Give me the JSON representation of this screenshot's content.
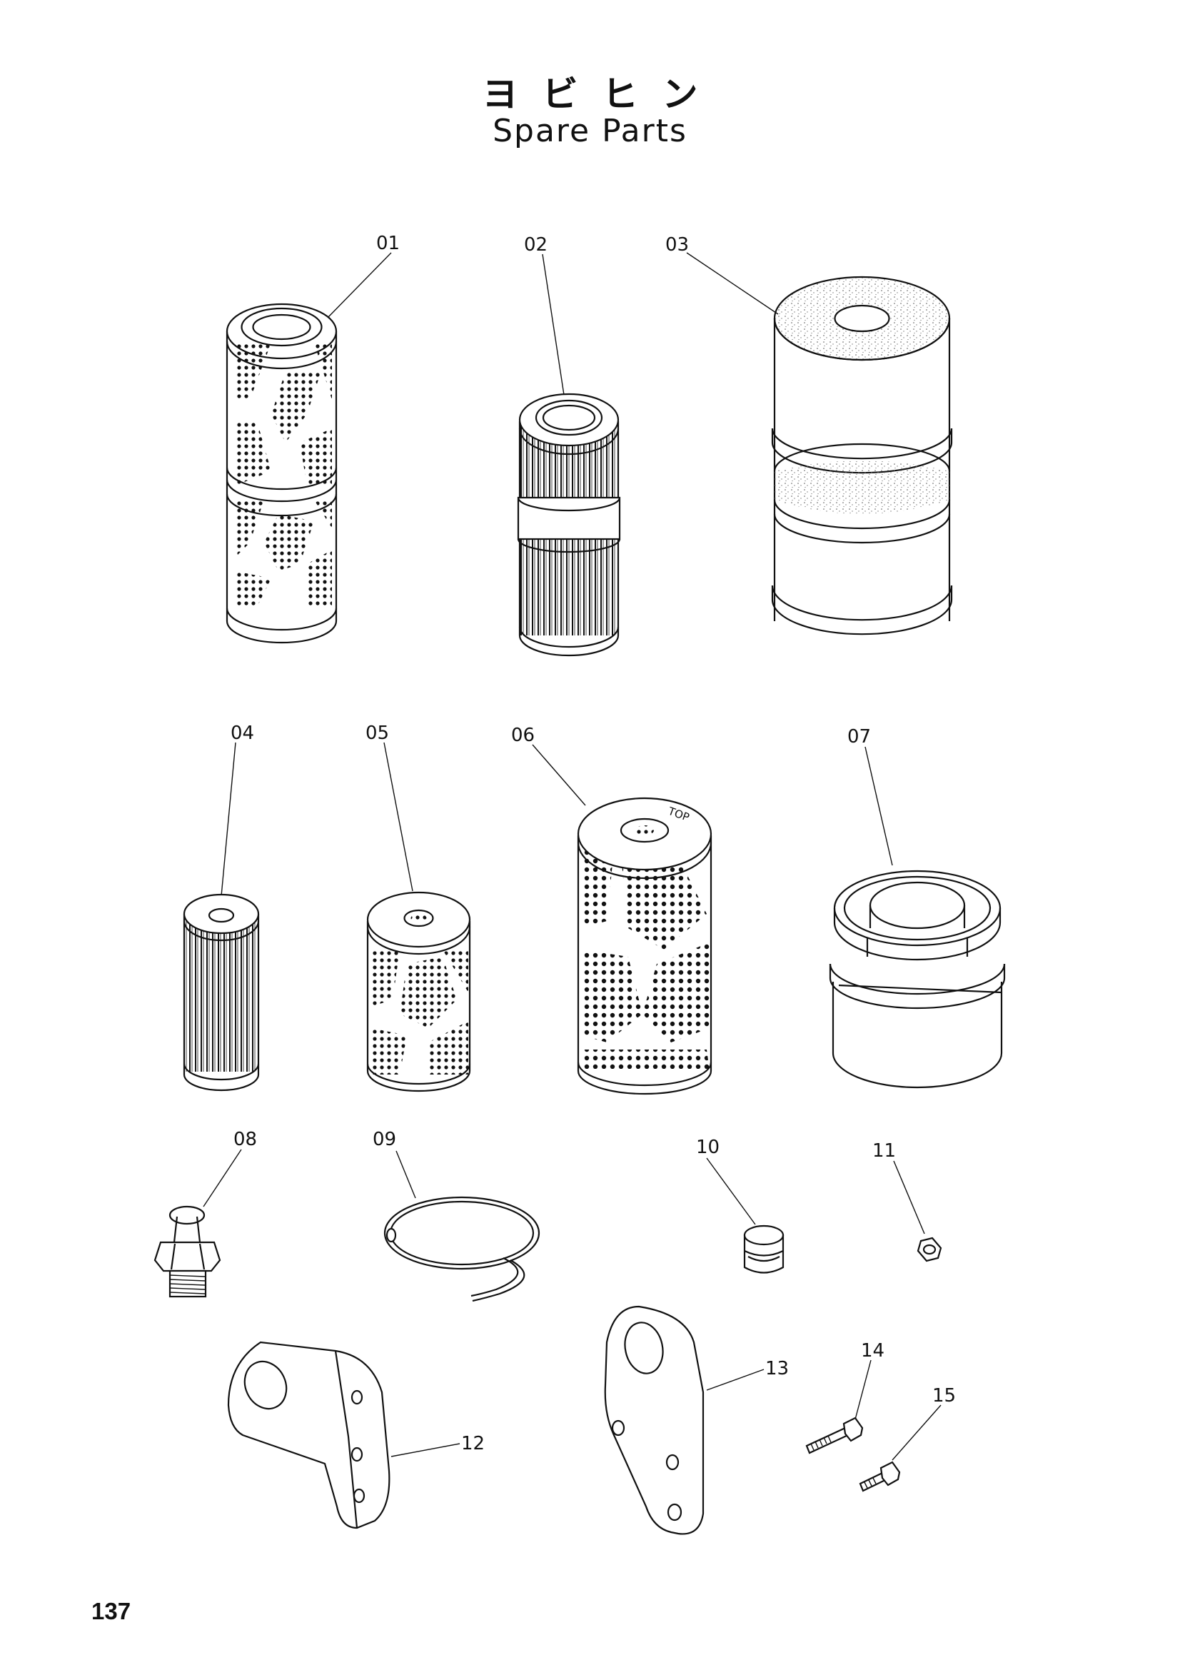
{
  "page": {
    "title_jp": "ヨビヒン",
    "title_en": "Spare Parts",
    "page_number": "137"
  },
  "parts": [
    {
      "no": "01",
      "kind": "perforated filter element, double"
    },
    {
      "no": "02",
      "kind": "pleated filter element with band"
    },
    {
      "no": "03",
      "kind": "large filter element, double"
    },
    {
      "no": "04",
      "kind": "small pleated filter element"
    },
    {
      "no": "05",
      "kind": "perforated filter element"
    },
    {
      "no": "06",
      "kind": "perforated filter element marked TOP"
    },
    {
      "no": "07",
      "kind": "filter element with flange"
    },
    {
      "no": "08",
      "kind": "grease nipple"
    },
    {
      "no": "09",
      "kind": "tube"
    },
    {
      "no": "10",
      "kind": "plug"
    },
    {
      "no": "11",
      "kind": "nut"
    },
    {
      "no": "12",
      "kind": "bracket"
    },
    {
      "no": "13",
      "kind": "bracket"
    },
    {
      "no": "14",
      "kind": "bolt"
    },
    {
      "no": "15",
      "kind": "bolt"
    }
  ],
  "part_06_marking": "TOP"
}
